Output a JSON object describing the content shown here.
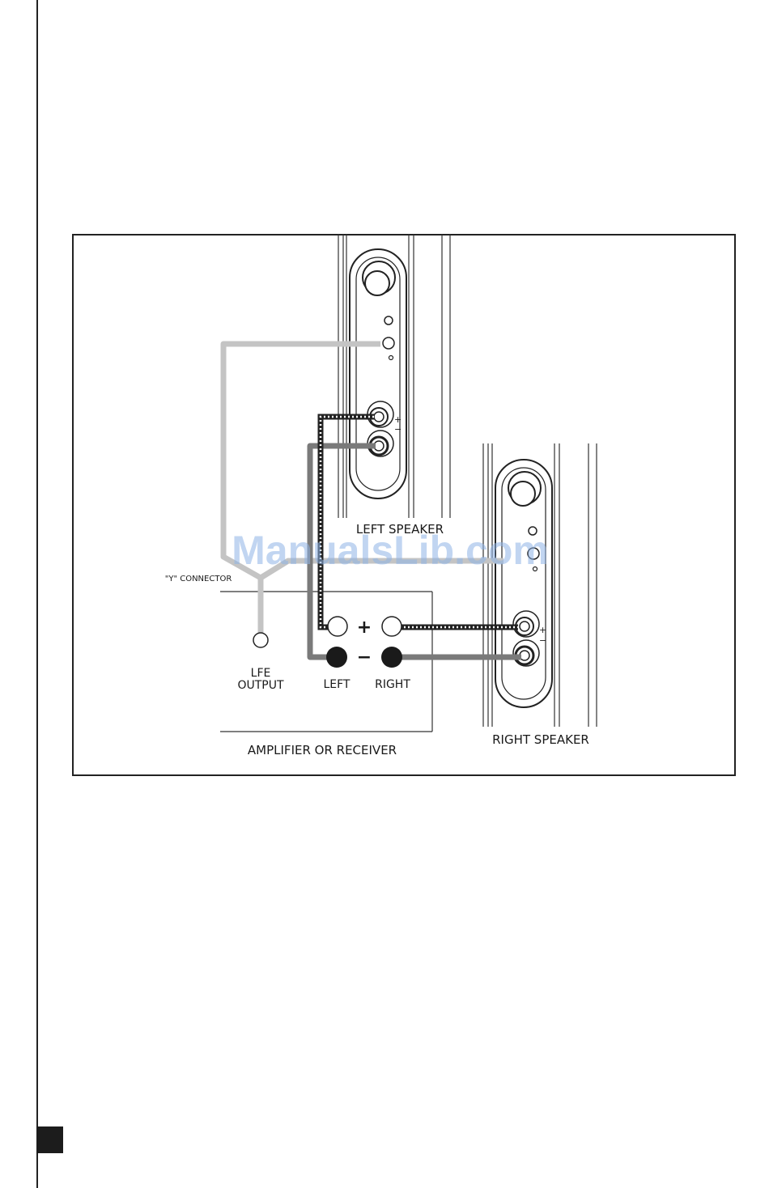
{
  "diagram": {
    "labels": {
      "left_speaker": "LEFT SPEAKER",
      "right_speaker": "RIGHT SPEAKER",
      "y_connector": "\"Y\" CONNECTOR",
      "lfe_line1": "LFE",
      "lfe_line2": "OUTPUT",
      "left": "LEFT",
      "right": "RIGHT",
      "plus": "+",
      "minus": "−",
      "amplifier": "AMPLIFIER OR RECEIVER",
      "terminal_plus": "+",
      "terminal_minus": "−"
    },
    "watermark": "ManualsLib.com",
    "colors": {
      "lfe_cable": "#c4c4c4",
      "negative_cable": "#7a7a7a",
      "positive_cable": "#222222",
      "panel_outline": "#333333"
    }
  }
}
